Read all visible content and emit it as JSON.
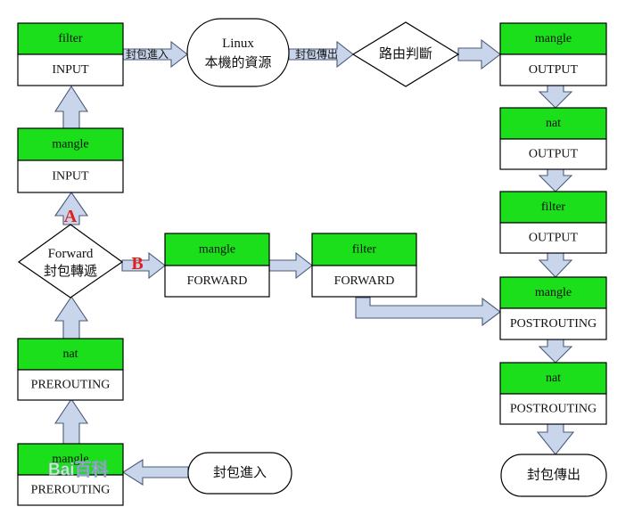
{
  "boxes": {
    "filter_input": {
      "table": "filter",
      "chain": "INPUT"
    },
    "mangle_input": {
      "table": "mangle",
      "chain": "INPUT"
    },
    "nat_prerouting": {
      "table": "nat",
      "chain": "PREROUTING"
    },
    "mangle_prerouting": {
      "table": "mangle",
      "chain": "PREROUTING"
    },
    "mangle_forward": {
      "table": "mangle",
      "chain": "FORWARD"
    },
    "filter_forward": {
      "table": "filter",
      "chain": "FORWARD"
    },
    "mangle_output": {
      "table": "mangle",
      "chain": "OUTPUT"
    },
    "nat_output": {
      "table": "nat",
      "chain": "OUTPUT"
    },
    "filter_output": {
      "table": "filter",
      "chain": "OUTPUT"
    },
    "mangle_postrouting": {
      "table": "mangle",
      "chain": "POSTROUTING"
    },
    "nat_postrouting": {
      "table": "nat",
      "chain": "POSTROUTING"
    }
  },
  "nodes": {
    "linux_local": {
      "line1": "Linux",
      "line2": "本機的資源"
    },
    "routing_decision": "路由判斷",
    "forward": {
      "line1": "Forward",
      "line2": "封包轉遞"
    },
    "packet_in": "封包進入",
    "packet_out": "封包傳出"
  },
  "arrow_labels": {
    "into_local": "封包進入",
    "out_of_local": "封包傳出"
  },
  "markers": {
    "a": "A",
    "b": "B"
  },
  "watermark": "Bai百科"
}
